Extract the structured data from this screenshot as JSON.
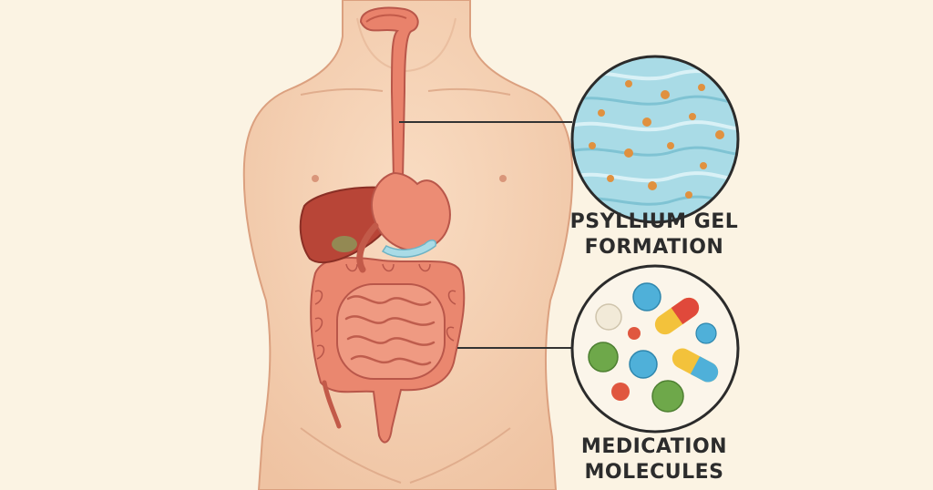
{
  "labels": {
    "gel": {
      "line1": "PSYLLIUM GEL",
      "line2": "FORMATION"
    },
    "medication": {
      "line1": "MEDICATION",
      "line2": "MOLECULES"
    }
  },
  "colors": {
    "background": "#fbf3e3",
    "skin": "#f6d2b3",
    "skin_outline": "#dba07f",
    "organ": "#e9826b",
    "organ_dark": "#c25a49",
    "liver": "#b84537",
    "gel": "#a9dbe6",
    "gel_particle": "#e0913f",
    "label_text": "#2c2c2c"
  },
  "icons": {
    "gel_inset": "psyllium-gel-inset-icon",
    "medication_inset": "medication-inset-icon"
  }
}
